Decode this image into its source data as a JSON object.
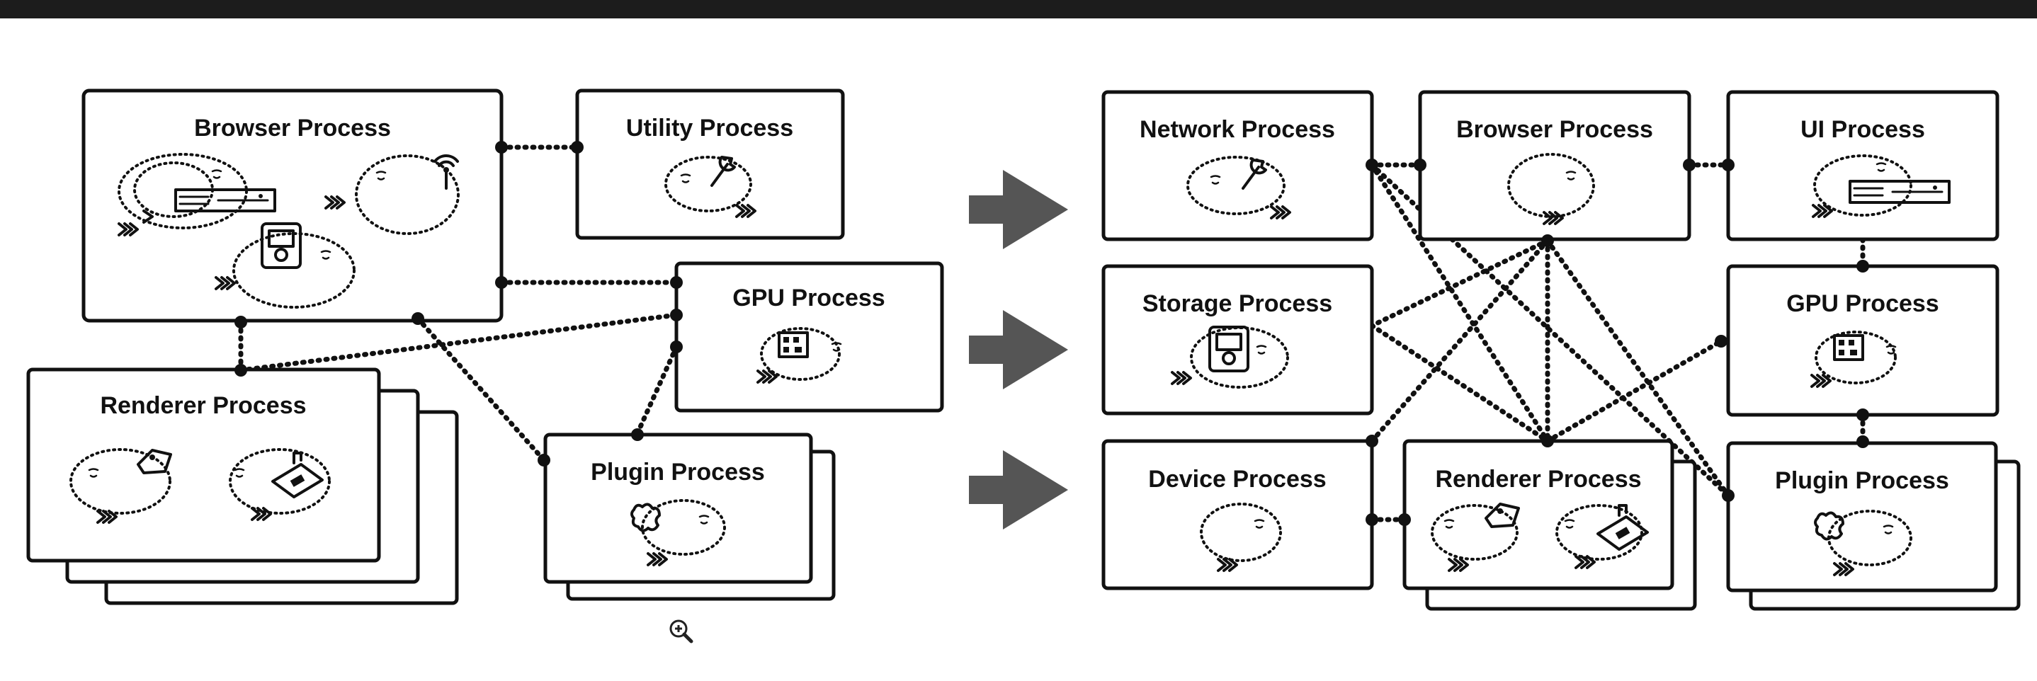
{
  "diagram": {
    "left": {
      "browser_process": "Browser Process",
      "utility_process": "Utility Process",
      "gpu_process": "GPU Process",
      "renderer_process": "Renderer Process",
      "plugin_process": "Plugin Process"
    },
    "right": {
      "network_process": "Network Process",
      "browser_process": "Browser Process",
      "ui_process": "UI Process",
      "storage_process": "Storage Process",
      "gpu_process": "GPU Process",
      "device_process": "Device Process",
      "renderer_process": "Renderer Process",
      "plugin_process": "Plugin Process"
    }
  },
  "controls": {
    "zoom_icon": "zoom-in-icon"
  },
  "colors": {
    "ink": "#111111",
    "arrow": "#555555",
    "viewer_bar": "#1c1c1c",
    "canvas": "#ffffff"
  }
}
